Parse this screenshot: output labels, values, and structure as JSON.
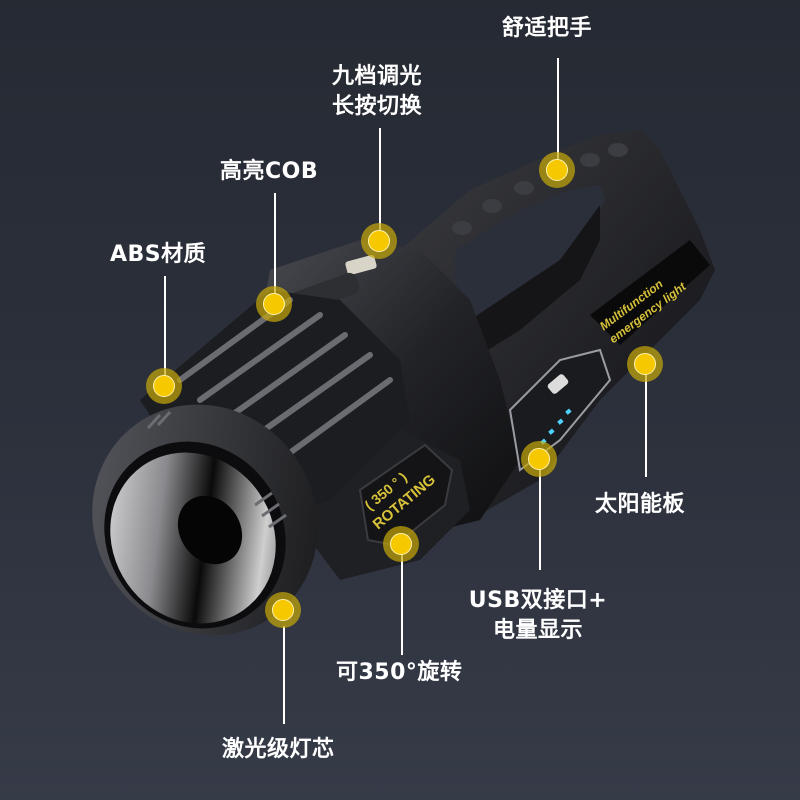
{
  "colors": {
    "background_top": "#262a33",
    "background_bottom": "#363b48",
    "marker": "#f5c800",
    "marker_ring": "#c8aa0a",
    "product_print": "#d8c23a",
    "battery_indicator": "#4fd2ff"
  },
  "product": {
    "rotation_badge_line1": "( 350 ° )",
    "rotation_badge_line2": "ROTATING",
    "side_print_line1": "Multifunction",
    "side_print_line2": "emergency light"
  },
  "callouts": [
    {
      "id": "handle",
      "lines": [
        "舒适把手"
      ]
    },
    {
      "id": "dimming",
      "lines": [
        "九档调光",
        "长按切换"
      ]
    },
    {
      "id": "cob",
      "lines": [
        "高亮COB"
      ]
    },
    {
      "id": "abs",
      "lines": [
        "ABS材质"
      ]
    },
    {
      "id": "solar",
      "lines": [
        "太阳能板"
      ]
    },
    {
      "id": "usb",
      "lines": [
        "USB双接口+",
        "电量显示"
      ]
    },
    {
      "id": "rotate",
      "lines": [
        "可350°旋转"
      ]
    },
    {
      "id": "laser",
      "lines": [
        "激光级灯芯"
      ]
    }
  ]
}
